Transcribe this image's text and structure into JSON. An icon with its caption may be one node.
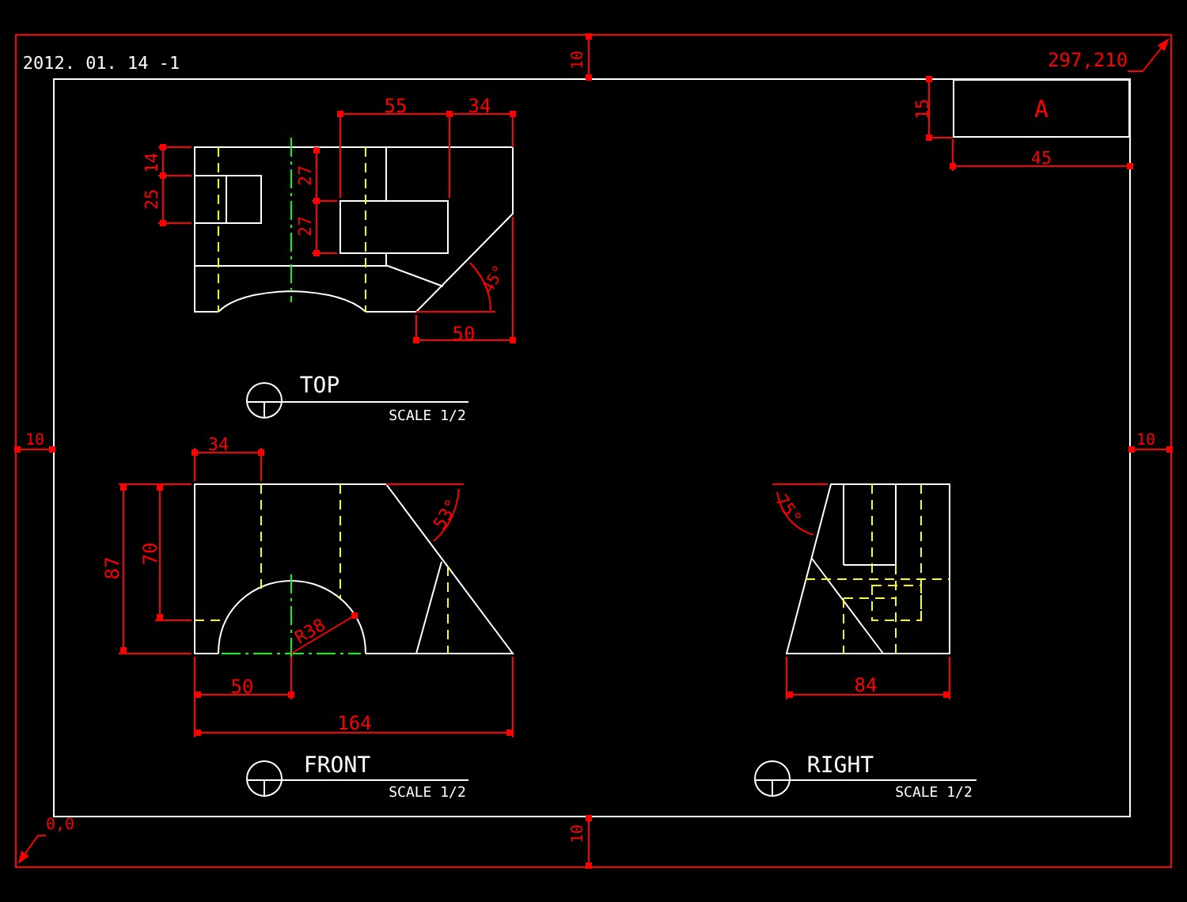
{
  "diagram": {
    "nodes": [
      {
        "text": [
          "297,210"
        ]
      },
      {
        "text": [
          "A"
        ]
      },
      {
        "text": [
          "0,0"
        ]
      }
    ],
    "edges": [
      {
        "from": 0,
        "to": null,
        "arrow": "to"
      },
      {
        "from": 2,
        "to": null,
        "arrow": "to"
      }
    ],
    "labels": [
      "2012. 01. 14  -1",
      "10",
      "15",
      "45",
      "55",
      "34",
      "14",
      "25",
      "27",
      "27",
      "45°",
      "50",
      "TOP",
      "SCALE 1/2",
      "10",
      "34",
      "10",
      "87",
      "70",
      "53°",
      "R38",
      "50",
      "164",
      "75°",
      "84",
      "FRONT",
      "SCALE 1/2",
      "RIGHT",
      "SCALE 1/2",
      "10"
    ]
  }
}
